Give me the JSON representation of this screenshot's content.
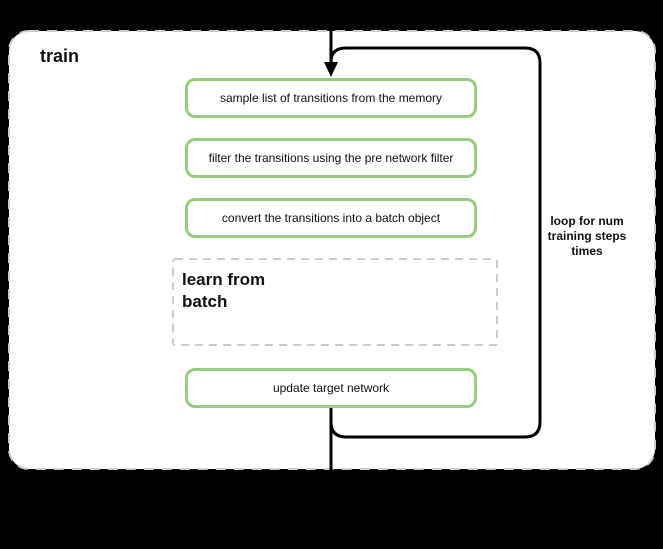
{
  "diagram": {
    "background": "#000000",
    "container": {
      "title": "train",
      "border_color": "#cccccc",
      "fill": "#ffffff"
    },
    "loop": {
      "stroke_color": "#000000",
      "label_lines": [
        "loop for num",
        "training steps",
        "times"
      ]
    },
    "nodes": [
      {
        "label": "sample list of transitions from the memory"
      },
      {
        "label": "filter the transitions using the pre network filter"
      },
      {
        "label": "convert the transitions into a batch object"
      }
    ],
    "sub_activity": {
      "line1": "learn from",
      "line2": "batch"
    },
    "update_node": {
      "label": "update target network"
    },
    "node_border_color": "#97ce7d"
  }
}
